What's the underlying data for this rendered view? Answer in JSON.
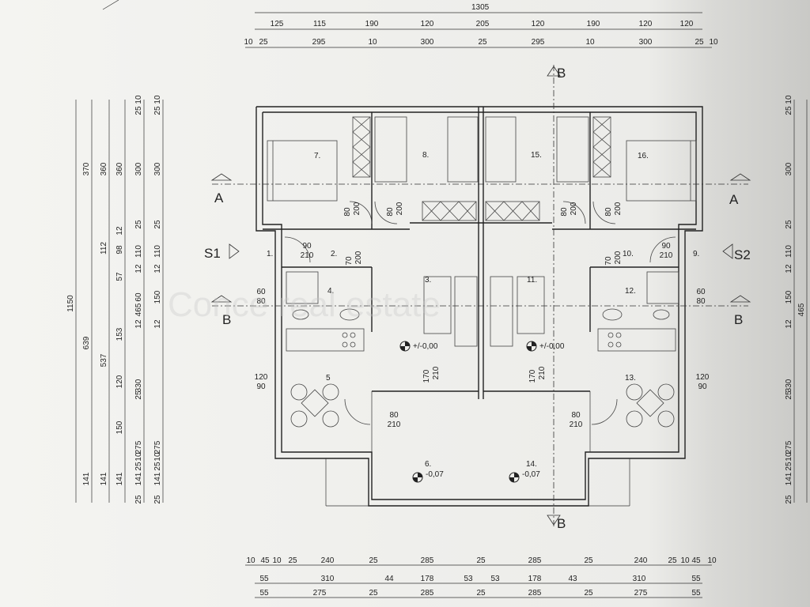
{
  "watermark": "Conce    real estate",
  "dims": {
    "top_total": "1305",
    "top_row1": [
      "125",
      "115",
      "190",
      "120",
      "205",
      "120",
      "190",
      "120",
      "120"
    ],
    "top_row2": [
      "10",
      "25",
      "295",
      "10",
      "300",
      "25",
      "295",
      "10",
      "300",
      "25",
      "10"
    ],
    "left_col1": [
      "1150"
    ],
    "left_col2": [
      "370",
      "639",
      "141"
    ],
    "left_col3": [
      "360",
      "112",
      "537",
      "141"
    ],
    "left_col4": [
      "360",
      "12",
      "98",
      "57",
      "153",
      "120",
      "150",
      "141"
    ],
    "left_col5": [
      "25",
      "10",
      "300",
      "25",
      "110",
      "12",
      "60",
      "465",
      "12",
      "330",
      "25",
      "275",
      "10",
      "25",
      "141",
      "25"
    ],
    "left_col6": [
      "25",
      "10",
      "300",
      "25",
      "110",
      "12",
      "150",
      "12",
      "275",
      "10",
      "25",
      "141",
      "25"
    ],
    "right_col": [
      "25",
      "10",
      "300",
      "25",
      "110",
      "12",
      "150",
      "12",
      "465",
      "330",
      "25",
      "275",
      "10",
      "25",
      "141",
      "25"
    ],
    "bottom_row1": [
      "10",
      "45",
      "10",
      "25",
      "240",
      "25",
      "285",
      "25",
      "285",
      "25",
      "240",
      "25",
      "10",
      "45",
      "10"
    ],
    "bottom_row2": [
      "55",
      "310",
      "44",
      "178",
      "53",
      "53",
      "178",
      "43",
      "310",
      "55"
    ],
    "bottom_row3": [
      "55",
      "275",
      "25",
      "285",
      "25",
      "285",
      "25",
      "275",
      "55"
    ]
  },
  "rooms": {
    "r7": "7.",
    "r8": "8.",
    "r15": "15.",
    "r16": "16.",
    "r1": "1.",
    "r2": "2.",
    "r3": "3.",
    "r4": "4.",
    "r5": "5",
    "r6": "6.",
    "r9": "9.",
    "r10": "10.",
    "r11": "11.",
    "r12": "12.",
    "r13": "13.",
    "r14": "14."
  },
  "levels": {
    "lvl_left": "+/-0,00",
    "lvl_right": "+/-0,00",
    "lvl6": "-0,07",
    "lvl14": "-0,07"
  },
  "doors": {
    "d_80_200_a": [
      "80",
      "200"
    ],
    "d_80_200_b": [
      "80",
      "200"
    ],
    "d_80_200_c": [
      "80",
      "200"
    ],
    "d_80_200_d": [
      "80",
      "200"
    ],
    "d_90_210_l": [
      "90",
      "210"
    ],
    "d_90_210_r": [
      "90",
      "210"
    ],
    "d_70_200_l": [
      "70",
      "200"
    ],
    "d_70_200_r": [
      "70",
      "200"
    ],
    "w_60_80_l": [
      "60",
      "80"
    ],
    "w_60_80_r": [
      "60",
      "80"
    ],
    "w_120_90_l": [
      "120",
      "90"
    ],
    "w_120_90_r": [
      "120",
      "90"
    ],
    "d_170_210_l": [
      "170",
      "210"
    ],
    "d_170_210_r": [
      "170",
      "210"
    ],
    "d_80_210_l": [
      "80",
      "210"
    ],
    "d_80_210_r": [
      "80",
      "210"
    ]
  },
  "sections": {
    "A": "A",
    "B": "B",
    "S1": "S1",
    "S2": "S2"
  }
}
